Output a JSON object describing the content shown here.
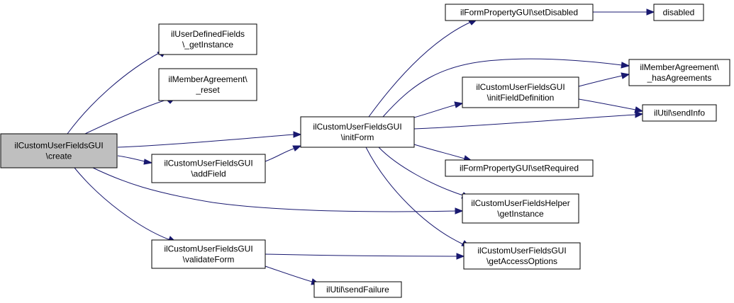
{
  "graph": {
    "colors": {
      "node_fill": "#ffffff",
      "root_fill": "#bfbfbf",
      "node_border": "#000000",
      "edge": "#191970"
    },
    "nodes": [
      {
        "id": "create",
        "lines": [
          "ilCustomUserFieldsGUI",
          "\\create"
        ],
        "root": true
      },
      {
        "id": "udf_getinst",
        "lines": [
          "ilUserDefinedFields",
          "\\_getInstance"
        ]
      },
      {
        "id": "ma_reset",
        "lines": [
          "ilMemberAgreement\\",
          "_reset"
        ]
      },
      {
        "id": "addfield",
        "lines": [
          "ilCustomUserFieldsGUI",
          "\\addField"
        ]
      },
      {
        "id": "validateform",
        "lines": [
          "ilCustomUserFieldsGUI",
          "\\validateForm"
        ]
      },
      {
        "id": "initform",
        "lines": [
          "ilCustomUserFieldsGUI",
          "\\initForm"
        ]
      },
      {
        "id": "sendfailure",
        "lines": [
          "ilUtil\\sendFailure"
        ]
      },
      {
        "id": "setdisabled",
        "lines": [
          "ilFormPropertyGUI\\setDisabled"
        ]
      },
      {
        "id": "initfielddef",
        "lines": [
          "ilCustomUserFieldsGUI",
          "\\initFieldDefinition"
        ]
      },
      {
        "id": "setrequired",
        "lines": [
          "ilFormPropertyGUI\\setRequired"
        ]
      },
      {
        "id": "helper_getinst",
        "lines": [
          "ilCustomUserFieldsHelper",
          "\\getInstance"
        ]
      },
      {
        "id": "getaccessopts",
        "lines": [
          "ilCustomUserFieldsGUI",
          "\\getAccessOptions"
        ]
      },
      {
        "id": "disabled",
        "lines": [
          "disabled"
        ]
      },
      {
        "id": "hasagreements",
        "lines": [
          "ilMemberAgreement\\",
          "_hasAgreements"
        ]
      },
      {
        "id": "sendinfo",
        "lines": [
          "ilUtil\\sendInfo"
        ]
      }
    ],
    "edges": [
      {
        "from": "create",
        "to": "udf_getinst"
      },
      {
        "from": "create",
        "to": "ma_reset"
      },
      {
        "from": "create",
        "to": "initform"
      },
      {
        "from": "create",
        "to": "addfield"
      },
      {
        "from": "create",
        "to": "helper_getinst"
      },
      {
        "from": "create",
        "to": "validateform"
      },
      {
        "from": "addfield",
        "to": "initform"
      },
      {
        "from": "initform",
        "to": "setdisabled"
      },
      {
        "from": "initform",
        "to": "hasagreements"
      },
      {
        "from": "initform",
        "to": "initfielddef"
      },
      {
        "from": "initform",
        "to": "sendinfo"
      },
      {
        "from": "initform",
        "to": "setrequired"
      },
      {
        "from": "initform",
        "to": "helper_getinst"
      },
      {
        "from": "initform",
        "to": "getaccessopts"
      },
      {
        "from": "setdisabled",
        "to": "disabled"
      },
      {
        "from": "initfielddef",
        "to": "hasagreements"
      },
      {
        "from": "initfielddef",
        "to": "sendinfo"
      },
      {
        "from": "validateform",
        "to": "getaccessopts"
      },
      {
        "from": "validateform",
        "to": "sendfailure"
      }
    ]
  }
}
